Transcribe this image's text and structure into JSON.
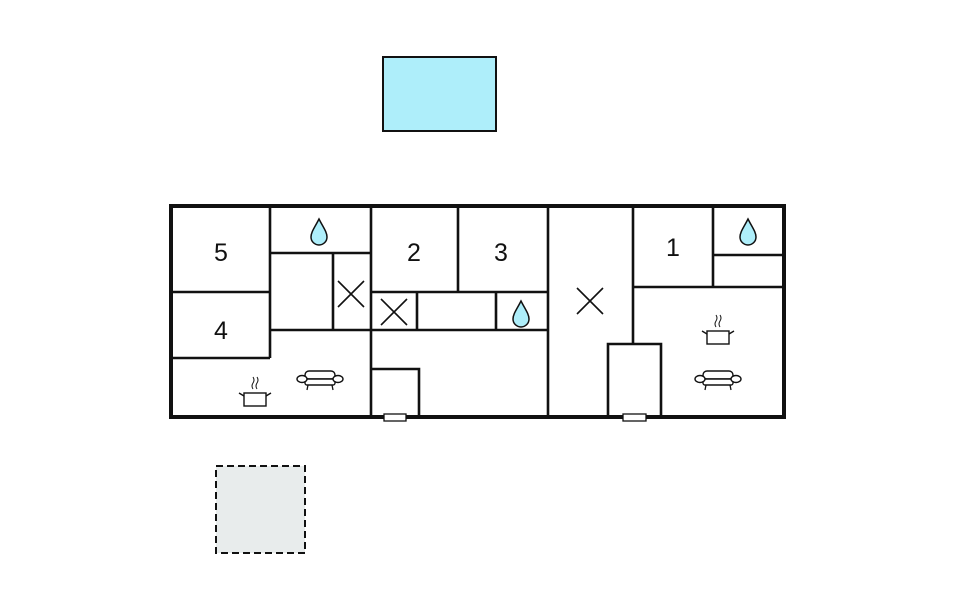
{
  "rooms": {
    "r5": "5",
    "r4": "4",
    "r2": "2",
    "r3": "3",
    "r1": "1"
  },
  "colors": {
    "pool": "#aeeefa",
    "terrace": "#e8ecec",
    "water_drop": "#aeeefa",
    "walls": "#111111"
  },
  "icons": [
    "water-drop-icon",
    "cross-icon",
    "cooking-pot-icon",
    "sofa-icon",
    "door-icon"
  ]
}
